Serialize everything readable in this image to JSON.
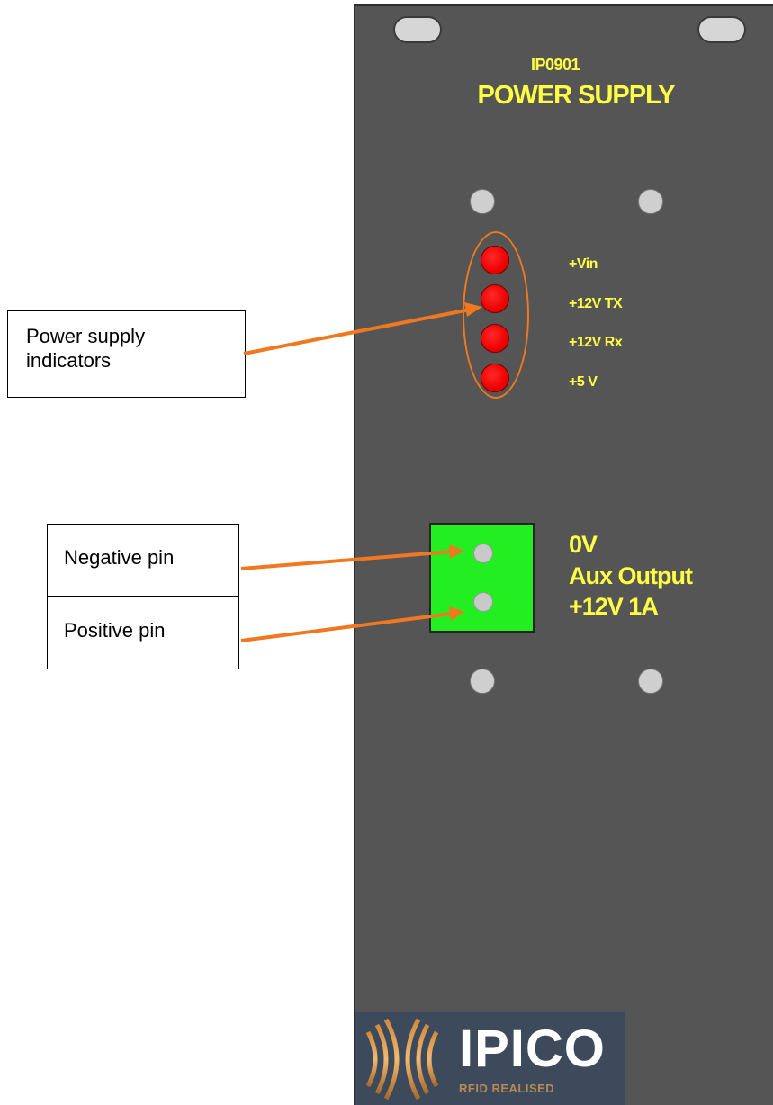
{
  "panel": {
    "model": "IP0901",
    "title": "POWER SUPPLY",
    "led_labels": [
      "+Vin",
      "+12V TX",
      "+12V Rx",
      "+5 V"
    ],
    "aux_labels": [
      "0V",
      "Aux Output",
      "+12V 1A"
    ],
    "logo": {
      "name": "IPICO",
      "tagline": "RFID REALISED"
    }
  },
  "callouts": {
    "indicators": "Power supply indicators",
    "negative": "Negative pin",
    "positive": "Positive pin"
  },
  "colors": {
    "panel": "#555555",
    "label_text": "#ffff44",
    "led": "#f00000",
    "connector": "#22ee22",
    "arrow": "#f07820"
  }
}
